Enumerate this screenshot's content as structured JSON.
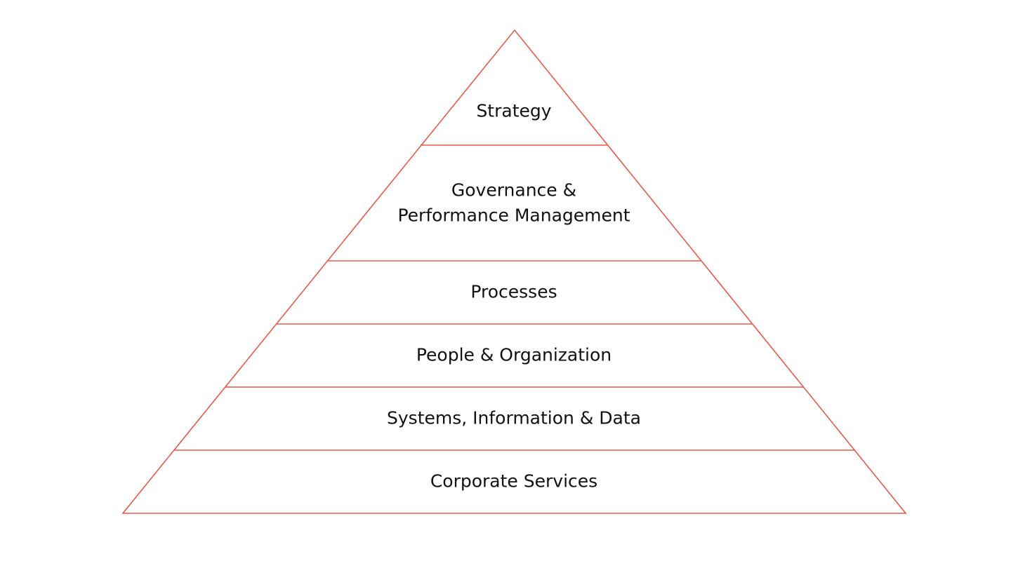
{
  "diagram": {
    "type": "pyramid",
    "line_color": "#e8594a",
    "text_color": "#111111",
    "tiers": [
      {
        "id": "strategy",
        "lines": [
          "Strategy"
        ]
      },
      {
        "id": "governance",
        "lines": [
          "Governance &",
          "Performance Management"
        ]
      },
      {
        "id": "processes",
        "lines": [
          "Processes"
        ]
      },
      {
        "id": "people",
        "lines": [
          "People & Organization"
        ]
      },
      {
        "id": "systems",
        "lines": [
          "Systems, Information & Data"
        ]
      },
      {
        "id": "corporate",
        "lines": [
          "Corporate Services"
        ]
      }
    ]
  }
}
